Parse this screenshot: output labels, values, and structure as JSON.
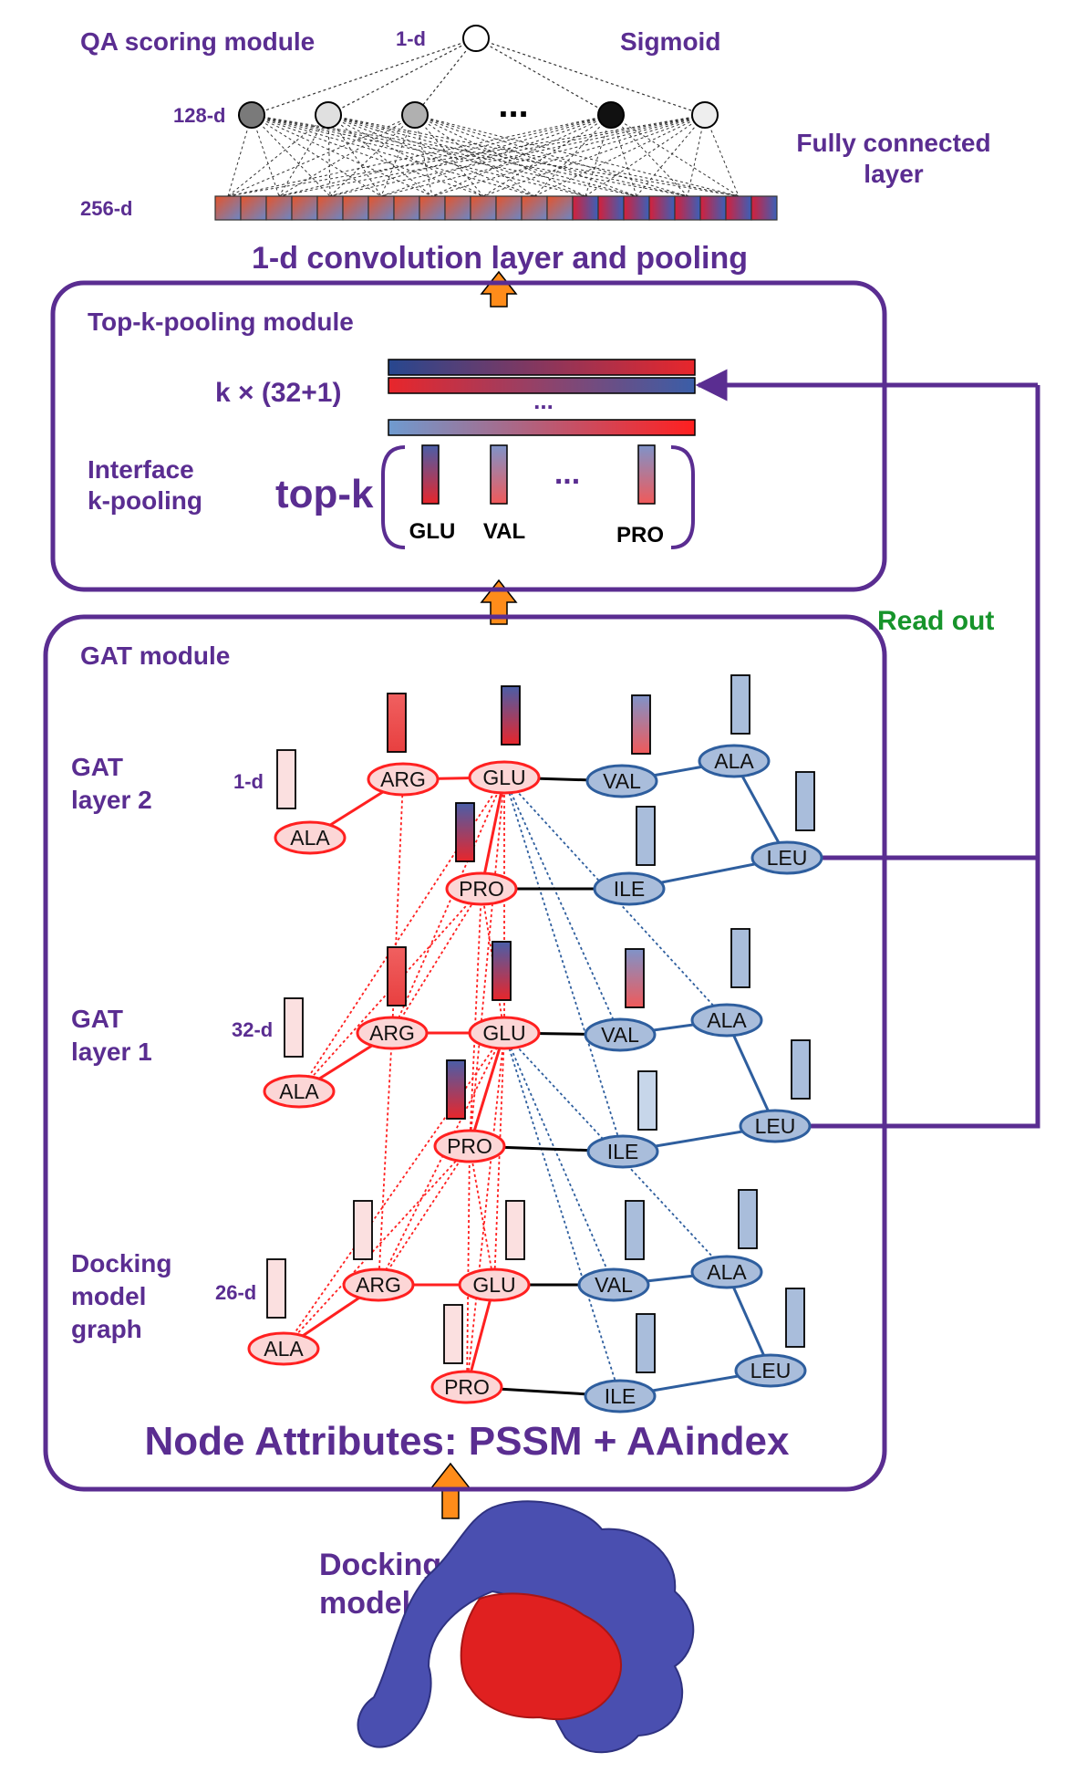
{
  "qa": {
    "title": "QA scoring module",
    "out_dim": "1-d",
    "sigmoid": "Sigmoid",
    "hidden_dim": "128-d",
    "dots": "...",
    "fc_label_line1": "Fully connected",
    "fc_label_line2": "layer",
    "conv_dim": "256-d",
    "conv_label": "1-d convolution layer and pooling"
  },
  "topk": {
    "title": "Top-k-pooling module",
    "matrix_label": "k × (32+1)",
    "matrix_dots": "...",
    "interface_line1": "Interface",
    "interface_line2": "k-pooling",
    "topk_label": "top-k",
    "topk_dots": "...",
    "residues": [
      "GLU",
      "VAL",
      "PRO"
    ]
  },
  "readout": "Read out",
  "gat": {
    "title": "GAT module",
    "layer2": [
      "GAT",
      "layer 2"
    ],
    "layer2_dim": "1-d",
    "layer1": [
      "GAT",
      "layer 1"
    ],
    "layer1_dim": "32-d",
    "docking": [
      "Docking",
      "model",
      "graph"
    ],
    "docking_dim": "26-d",
    "node_attributes": "Node Attributes: PSSM + AAindex"
  },
  "graph_nodes": {
    "layer2": [
      "ALA",
      "ARG",
      "GLU",
      "PRO",
      "VAL",
      "ILE",
      "ALA",
      "LEU"
    ],
    "layer1": [
      "ALA",
      "ARG",
      "GLU",
      "PRO",
      "VAL",
      "ILE",
      "ALA",
      "LEU"
    ],
    "docking": [
      "ALA",
      "ARG",
      "GLU",
      "PRO",
      "VAL",
      "ILE",
      "ALA",
      "LEU"
    ]
  },
  "docking_model": [
    "Docking",
    "model"
  ],
  "colors": {
    "purple": "#5a2d91",
    "green": "#17942b",
    "orange": "#ff8c1a",
    "red_node": "#ff2020",
    "blue_node": "#2e5e9e",
    "receptor": "#4a4fb0",
    "ligand": "#e02020"
  }
}
